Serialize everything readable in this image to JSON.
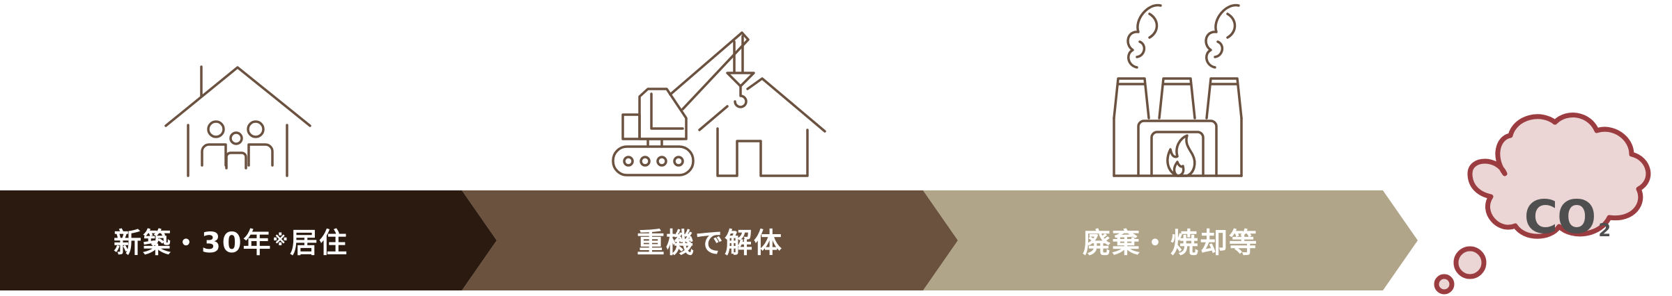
{
  "stages": [
    {
      "label_main": "新築・30年",
      "label_mark": "※",
      "label_tail": "居住",
      "icon": "house-family-icon",
      "color": "#2a1a10"
    },
    {
      "label": "重機で解体",
      "icon": "excavator-demolition-icon",
      "color": "#6a523f"
    },
    {
      "label": "廃棄・焼却等",
      "icon": "factory-incinerator-icon",
      "color": "#b1a589"
    }
  ],
  "result": {
    "label_main": "CO",
    "label_sub": "2",
    "icon": "co2-thought-cloud-icon",
    "fill": "#ecd6d5",
    "stroke": "#9a3c40"
  },
  "icon_stroke": "#6b5240"
}
